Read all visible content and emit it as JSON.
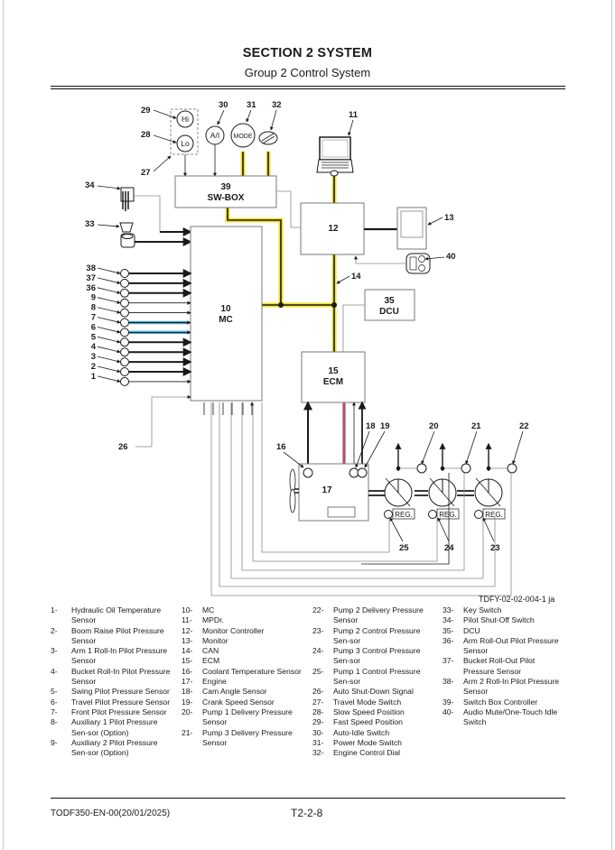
{
  "header": {
    "section_title": "SECTION 2 SYSTEM",
    "group_title": "Group 2 Control System"
  },
  "diagram": {
    "figure_id": "TDFY-02-02-004-1 ja",
    "colors": {
      "can_bus": "#f2e22a",
      "highlight_blue": "#4aa8d8",
      "highlight_pink": "#e88aa8",
      "line_dark": "#1a1a1a",
      "line_grey": "#8a8a8a"
    },
    "boxes": {
      "sw_box": {
        "number": "39",
        "name": "SW-BOX"
      },
      "mc": {
        "number": "10",
        "name": "MC"
      },
      "monitor_controller": {
        "number": "12"
      },
      "dcu": {
        "number": "35",
        "name": "DCU"
      },
      "ecm": {
        "number": "15",
        "name": "ECM"
      },
      "engine": {
        "number": "17"
      }
    },
    "switch_labels": {
      "hi": "Hi",
      "lo": "Lo",
      "auto_idle": "A/I",
      "mode": "MODE",
      "reg": "REG."
    },
    "callouts": {
      "c1": "1",
      "c2": "2",
      "c3": "3",
      "c4": "4",
      "c5": "5",
      "c6": "6",
      "c7": "7",
      "c8": "8",
      "c9": "9",
      "c11": "11",
      "c13": "13",
      "c14": "14",
      "c16": "16",
      "c18": "18",
      "c19": "19",
      "c20": "20",
      "c21": "21",
      "c22": "22",
      "c23": "23",
      "c24": "24",
      "c25": "25",
      "c26": "26",
      "c27": "27",
      "c28": "28",
      "c29": "29",
      "c30": "30",
      "c31": "31",
      "c32": "32",
      "c33": "33",
      "c34": "34",
      "c36": "36",
      "c37": "37",
      "c38": "38",
      "c40": "40"
    }
  },
  "legend": {
    "columns": [
      [
        {
          "num": "1-",
          "text": "Hydraulic Oil Temperature Sensor"
        },
        {
          "num": "2-",
          "text": "Boom Raise Pilot Pressure Sensor"
        },
        {
          "num": "3-",
          "text": "Arm 1 Roll-In Pilot Pressure Sensor"
        },
        {
          "num": "4-",
          "text": "Bucket Roll-In Pilot Pressure Sensor"
        },
        {
          "num": "5-",
          "text": "Swing Pilot Pressure Sensor"
        },
        {
          "num": "6-",
          "text": "Travel Pilot Pressure Sensor"
        },
        {
          "num": "7-",
          "text": "Front Pilot Pressure Sensor"
        },
        {
          "num": "8-",
          "text": "Auxiliary 1 Pilot Pressure Sen-sor (Option)"
        },
        {
          "num": "9-",
          "text": "Auxiliary 2 Pilot Pressure Sen-sor (Option)"
        }
      ],
      [
        {
          "num": "10-",
          "text": "MC"
        },
        {
          "num": "11-",
          "text": "MPDr."
        },
        {
          "num": "12-",
          "text": "Monitor Controller"
        },
        {
          "num": "13-",
          "text": "Monitor"
        },
        {
          "num": "14-",
          "text": "CAN"
        },
        {
          "num": "15-",
          "text": "ECM"
        },
        {
          "num": "16-",
          "text": "Coolant Temperature Sensor"
        },
        {
          "num": "17-",
          "text": "Engine"
        },
        {
          "num": "18-",
          "text": "Cam Angle Sensor"
        },
        {
          "num": "19-",
          "text": "Crank Speed Sensor"
        },
        {
          "num": "20-",
          "text": "Pump 1 Delivery Pressure Sensor"
        },
        {
          "num": "21-",
          "text": "Pump 3 Delivery Pressure Sensor"
        }
      ],
      [
        {
          "num": "22-",
          "text": "Pump 2 Delivery Pressure Sensor"
        },
        {
          "num": "23-",
          "text": "Pump 2 Control Pressure Sen-sor"
        },
        {
          "num": "24-",
          "text": "Pump 3 Control Pressure Sen-sor"
        },
        {
          "num": "25-",
          "text": "Pump 1 Control Pressure Sen-sor"
        },
        {
          "num": "26-",
          "text": "Auto Shut-Down Signal"
        },
        {
          "num": "27-",
          "text": "Travel Mode Switch"
        },
        {
          "num": "28-",
          "text": "Slow Speed Position"
        },
        {
          "num": "29-",
          "text": "Fast Speed Position"
        },
        {
          "num": "30-",
          "text": "Auto-Idle Switch"
        },
        {
          "num": "31-",
          "text": "Power Mode Switch"
        },
        {
          "num": "32-",
          "text": "Engine Control Dial"
        }
      ],
      [
        {
          "num": "33-",
          "text": "Key Switch"
        },
        {
          "num": "34-",
          "text": "Pilot Shut-Off Switch"
        },
        {
          "num": "35-",
          "text": "DCU"
        },
        {
          "num": "36-",
          "text": "Arm Roll-Out Pilot Pressure Sensor"
        },
        {
          "num": "37-",
          "text": "Bucket Roll-Out Pilot Pressure Sensor"
        },
        {
          "num": "38-",
          "text": "Arm 2 Roll-In Pilot Pressure Sensor"
        },
        {
          "num": "39-",
          "text": "Switch Box Controller"
        },
        {
          "num": "40-",
          "text": "Audio Mute/One-Touch Idle Switch"
        }
      ]
    ]
  },
  "footer": {
    "doc_id": "TODF350-EN-00(20/01/2025)",
    "page_number": "T2-2-8"
  }
}
